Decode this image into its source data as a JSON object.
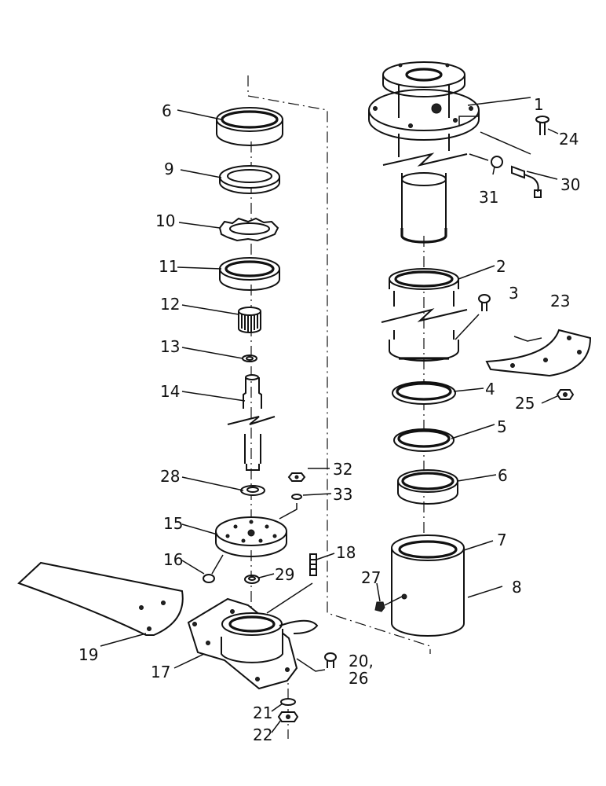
{
  "callouts": {
    "c1": "1",
    "c2": "2",
    "c3": "3",
    "c4": "4",
    "c5": "5",
    "c6a": "6",
    "c6b": "6",
    "c7": "7",
    "c8": "8",
    "c9": "9",
    "c10": "10",
    "c11": "11",
    "c12": "12",
    "c13": "13",
    "c14": "14",
    "c15": "15",
    "c16": "16",
    "c17": "17",
    "c18": "18",
    "c19": "19",
    "c20": "20,",
    "c26": "26",
    "c21": "21",
    "c22": "22",
    "c23": "23",
    "c24": "24",
    "c25": "25",
    "c27": "27",
    "c28": "28",
    "c29": "29",
    "c30": "30",
    "c31": "31",
    "c32": "32",
    "c33": "33"
  }
}
